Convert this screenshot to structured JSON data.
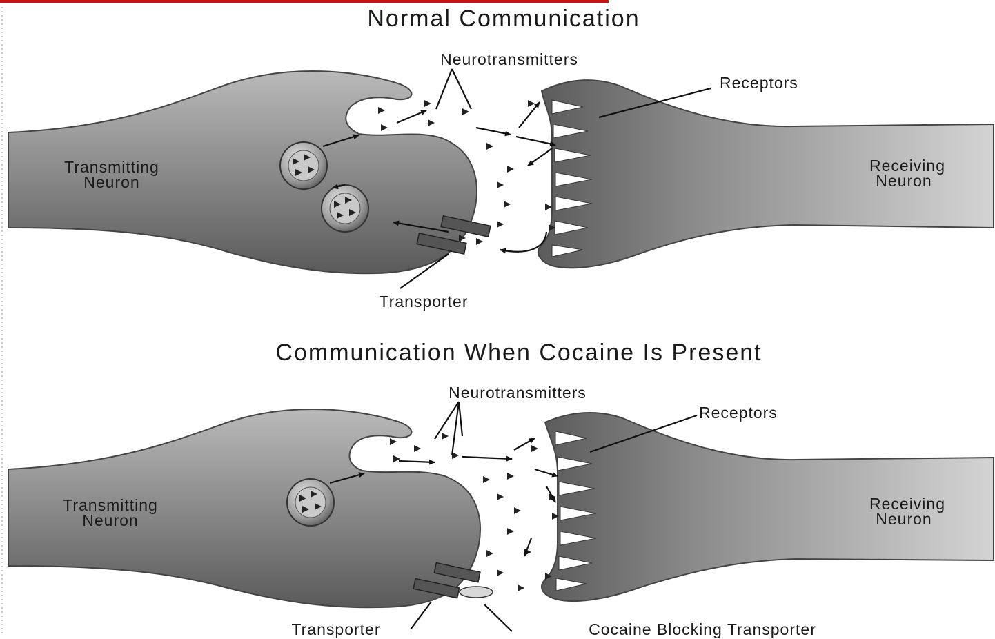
{
  "colors": {
    "accent_bar": "#cc1111",
    "membrane": "#5f5f5f",
    "cleft": "#ffffff"
  },
  "panels": [
    {
      "title": "Normal Communication",
      "neurotransmitters": "Neurotransmitters",
      "receptors": "Receptors",
      "transmitting": [
        "Transmitting",
        "Neuron"
      ],
      "receiving": [
        "Receiving",
        "Neuron"
      ],
      "transporter": "Transporter"
    },
    {
      "title": "Communication When Cocaine Is Present",
      "neurotransmitters": "Neurotransmitters",
      "receptors": "Receptors",
      "transmitting": [
        "Transmitting",
        "Neuron"
      ],
      "receiving": [
        "Receiving",
        "Neuron"
      ],
      "transporter": "Transporter",
      "cocaine": "Cocaine Blocking Transporter"
    }
  ]
}
